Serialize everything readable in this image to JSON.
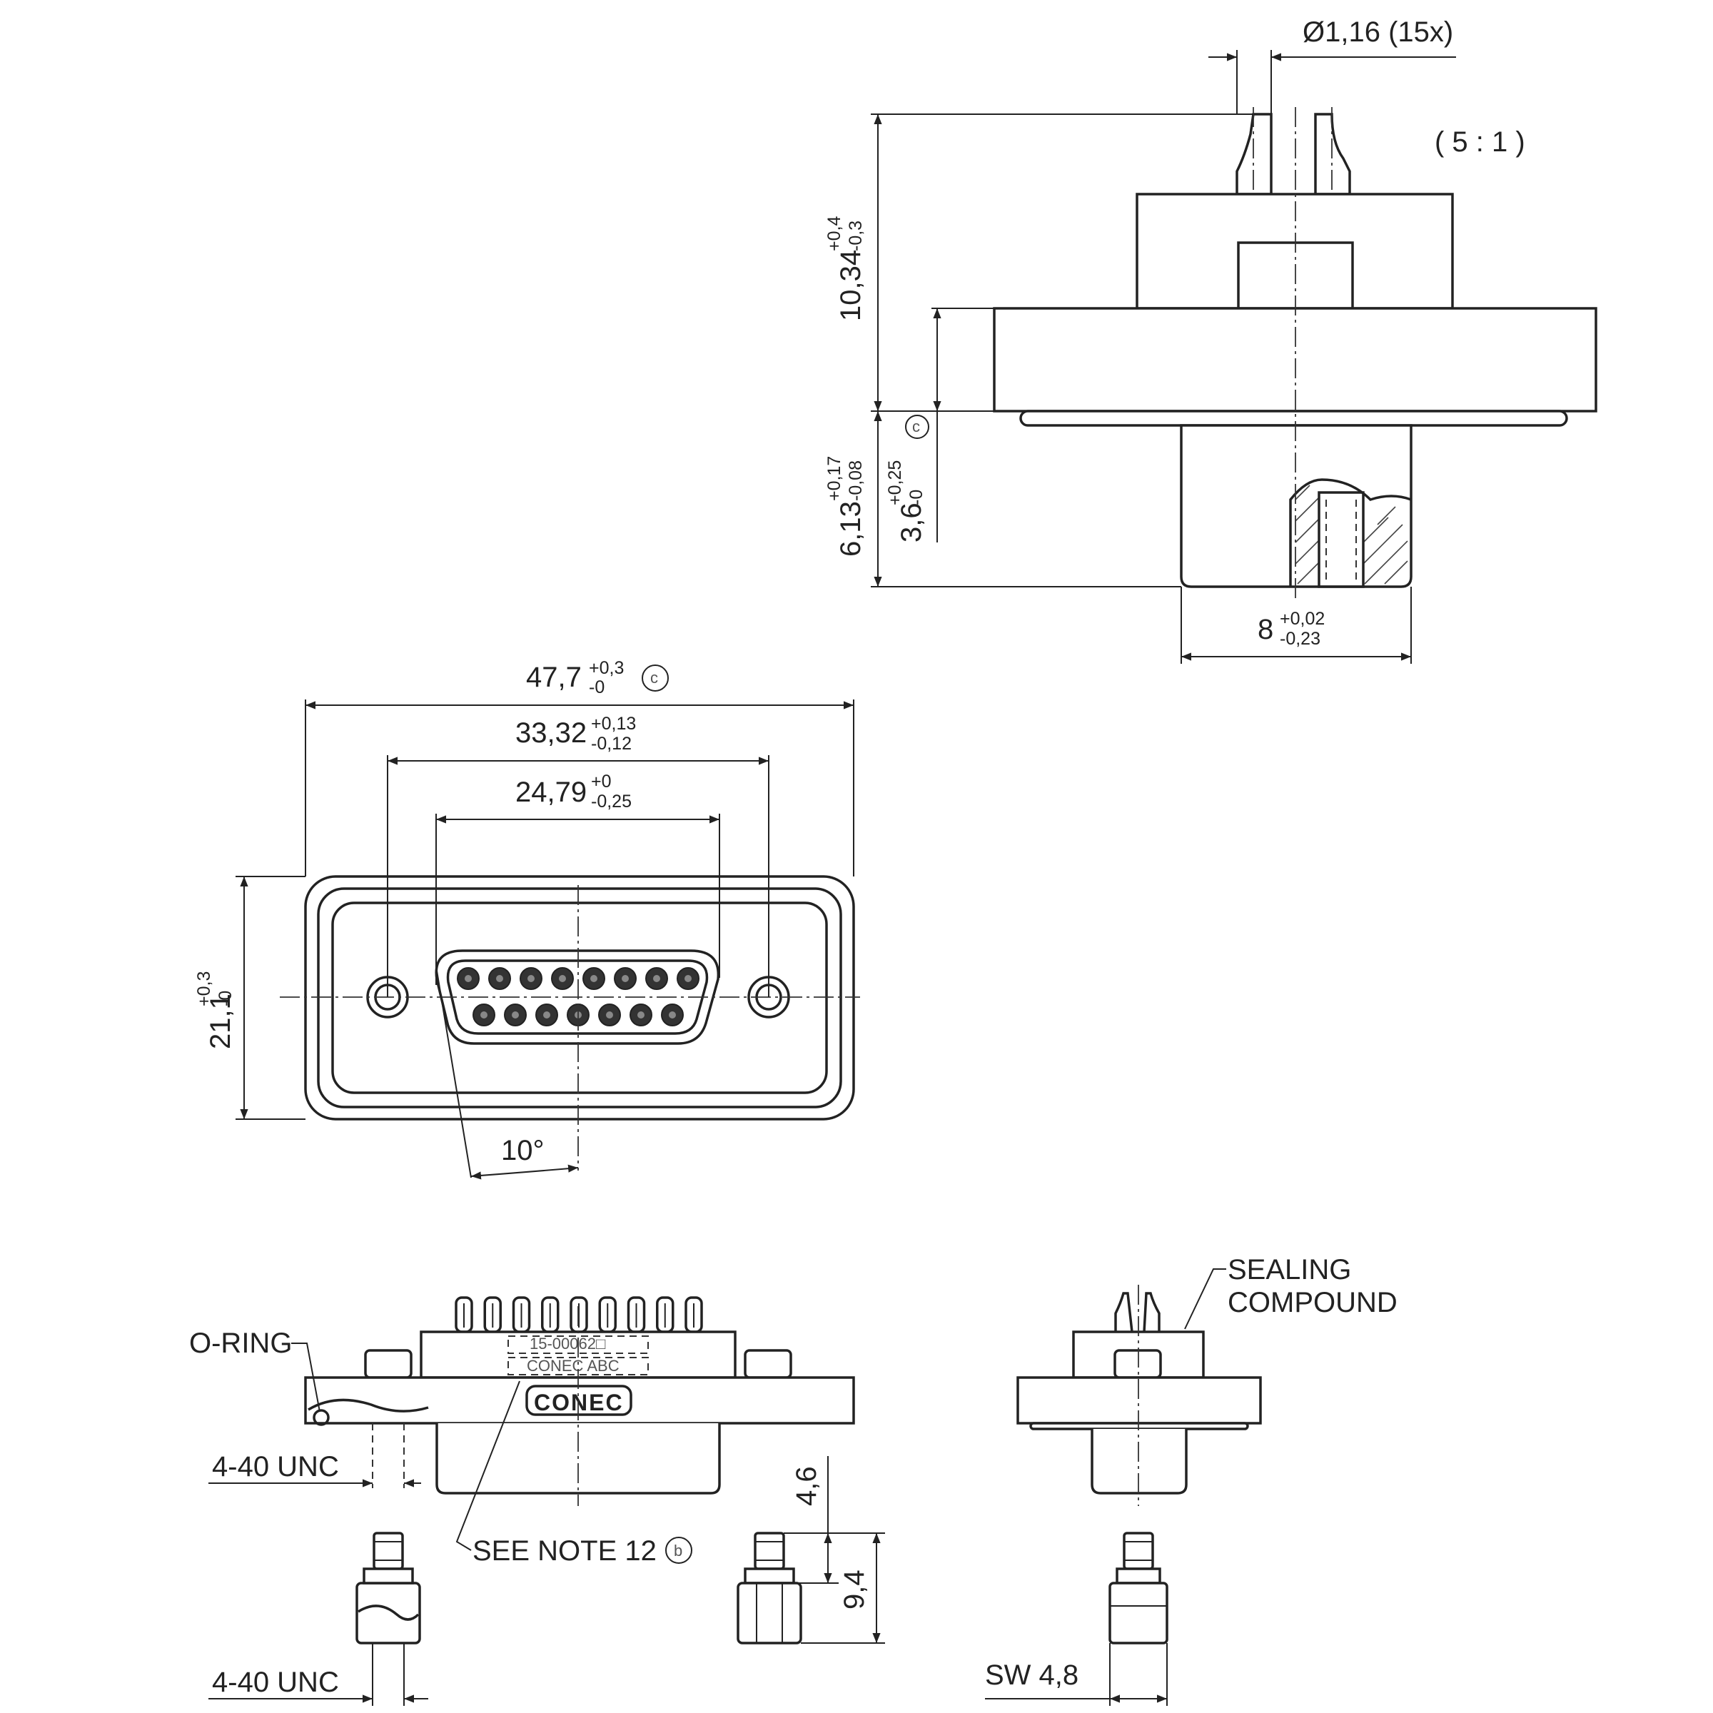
{
  "scale": "( 5 : 1 )",
  "side_view": {
    "pin_diameter": "Ø1,16 (15x)",
    "height_total": {
      "base": "10,34",
      "tol_upper": "+0,4",
      "tol_lower": "-0,3"
    },
    "height_lower": {
      "base": "6,13",
      "tol_upper": "+0,17",
      "tol_lower": "-0,08"
    },
    "flange_thickness": {
      "base": "3,6",
      "tol_upper": "+0,25",
      "tol_lower": "-0"
    },
    "receptacle_width": {
      "base": "8",
      "tol_upper": "+0,02",
      "tol_lower": "-0,23"
    },
    "marker_c": "c"
  },
  "front_view": {
    "overall_width": {
      "base": "47,7",
      "tol_upper": "+0,3",
      "tol_lower": "-0"
    },
    "mounting_hole_spacing": {
      "base": "33,32",
      "tol_upper": "+0,13",
      "tol_lower": "-0,12"
    },
    "shell_width": {
      "base": "24,79",
      "tol_upper": "+0",
      "tol_lower": "-0,25"
    },
    "overall_height": {
      "base": "21,1",
      "tol_upper": "+0,3",
      "tol_lower": "-0"
    },
    "draft_angle": "10°",
    "marker_c": "c",
    "contacts_top_row": 8,
    "contacts_bottom_row": 7
  },
  "bottom_view": {
    "o_ring": "O-RING",
    "thread_upper": "4-40 UNC",
    "thread_lower": "4-40 UNC",
    "see_note": "SEE NOTE 12",
    "marker_b": "b",
    "part_number": "15-00062□",
    "marking": "CONEC ABC",
    "logo": "CONEC",
    "standoff_height": "4,6",
    "standoff_length": "9,4",
    "sealing_compound_1": "SEALING",
    "sealing_compound_2": "COMPOUND",
    "wrench_size": "SW 4,8"
  }
}
